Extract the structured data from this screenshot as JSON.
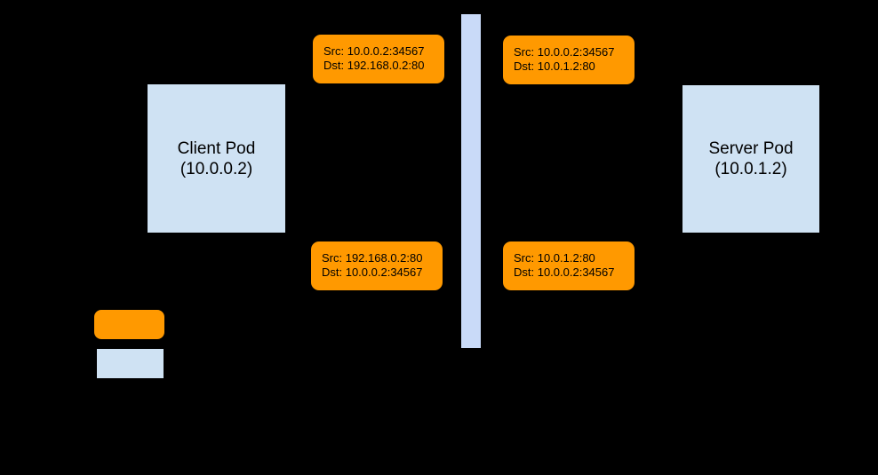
{
  "diagram": {
    "client_pod": {
      "name": "Client Pod",
      "ip": "(10.0.0.2)"
    },
    "server_pod": {
      "name": "Server Pod",
      "ip": "(10.0.1.2)"
    },
    "packets": [
      {
        "position": "top-left",
        "src": "Src: 10.0.0.2:34567",
        "dst": "Dst: 192.168.0.2:80"
      },
      {
        "position": "top-right",
        "src": "Src: 10.0.0.2:34567",
        "dst": "Dst: 10.0.1.2:80"
      },
      {
        "position": "bottom-left",
        "src": "Src: 192.168.0.2:80",
        "dst": "Dst: 10.0.0.2:34567"
      },
      {
        "position": "bottom-right",
        "src": "Src: 10.0.1.2:80",
        "dst": "Dst: 10.0.0.2:34567"
      }
    ],
    "colors": {
      "background": "#000000",
      "packet_box": "#ff9900",
      "pod_box": "#cfe2f3",
      "nat_bar": "#c9daf8",
      "text": "#000000"
    },
    "legend": {
      "packet_swatch_color": "#ff9900",
      "node_swatch_color": "#cfe2f3"
    }
  }
}
